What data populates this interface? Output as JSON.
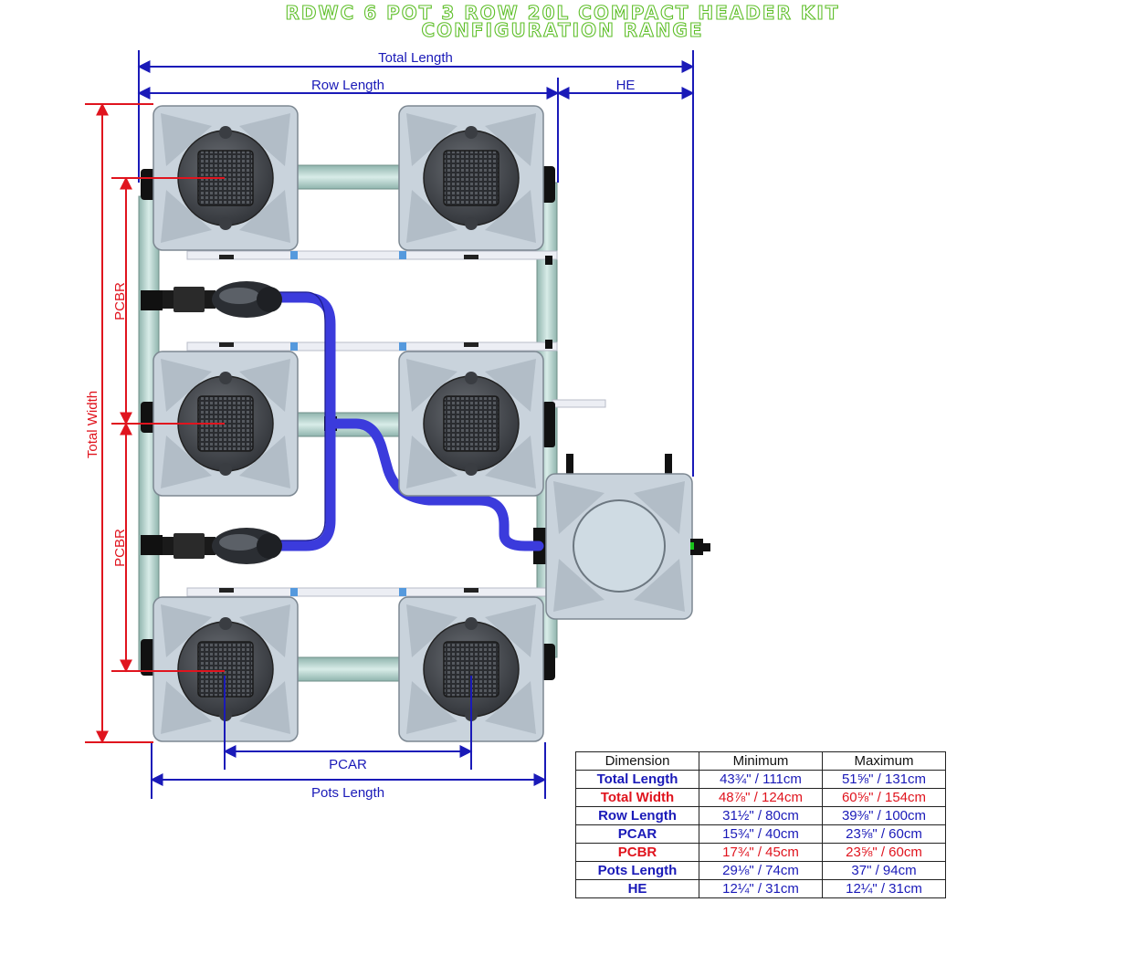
{
  "title": {
    "line1": "RDWC 6 POT 3 ROW 20L COMPACT HEADER KIT",
    "line2": "CONFIGURATION RANGE"
  },
  "labels": {
    "total_length": "Total Length",
    "row_length": "Row Length",
    "he": "HE",
    "pcbr_upper": "PCBR",
    "pcbr_lower": "PCBR",
    "total_width": "Total Width",
    "pcar": "PCAR",
    "pots_length": "Pots Length"
  },
  "colors": {
    "title_green": "#5fbf2a",
    "dimension_blue": "#1a1ab8",
    "dimension_red": "#e0141e",
    "hose_blue": "#3b3bdc",
    "pot_grey": "#c9d3dc",
    "pipe_green": "#b9d6d0"
  },
  "table": {
    "headers": [
      "Dimension",
      "Minimum",
      "Maximum"
    ],
    "rows": [
      {
        "name": "Total Length",
        "min": "43¾\" / 111cm",
        "max": "51⅝\" / 131cm",
        "color": "blue"
      },
      {
        "name": "Total Width",
        "min": "48⅞\" / 124cm",
        "max": "60⅝\" / 154cm",
        "color": "red"
      },
      {
        "name": "Row Length",
        "min": "31½\" / 80cm",
        "max": "39⅜\" / 100cm",
        "color": "blue"
      },
      {
        "name": "PCAR",
        "min": "15¾\" / 40cm",
        "max": "23⅝\" / 60cm",
        "color": "blue"
      },
      {
        "name": "PCBR",
        "min": "17¾\" / 45cm",
        "max": "23⅝\" / 60cm",
        "color": "red"
      },
      {
        "name": "Pots Length",
        "min": "29⅛\" / 74cm",
        "max": "37\" / 94cm",
        "color": "blue"
      },
      {
        "name": "HE",
        "min": "12¼\" / 31cm",
        "max": "12¼\" / 31cm",
        "color": "blue"
      }
    ]
  }
}
